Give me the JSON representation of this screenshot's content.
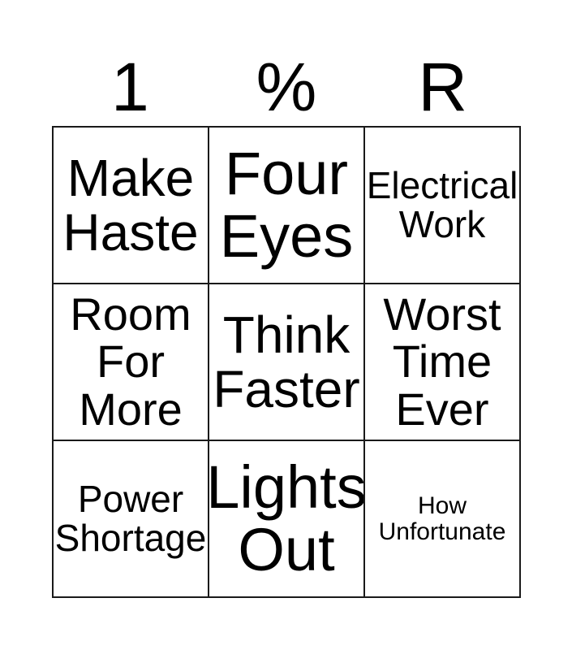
{
  "card": {
    "type": "bingo-card",
    "grid_size": "3x3",
    "background_color": "#ffffff",
    "text_color": "#000000",
    "border_color": "#1a1a1a",
    "header": {
      "letters": [
        {
          "label": "1"
        },
        {
          "label": "%"
        },
        {
          "label": "R"
        }
      ]
    },
    "rows": [
      {
        "cells": [
          {
            "text": "Make\nHaste",
            "size": "xl"
          },
          {
            "text": "Four\nEyes",
            "size": "xxl"
          },
          {
            "text": "Electrical\nWork",
            "size": "md"
          }
        ]
      },
      {
        "cells": [
          {
            "text": "Room\nFor\nMore",
            "size": "lg"
          },
          {
            "text": "Think\nFaster",
            "size": "xl"
          },
          {
            "text": "Worst\nTime\nEver",
            "size": "lg"
          }
        ]
      },
      {
        "cells": [
          {
            "text": "Power\nShortage",
            "size": "md"
          },
          {
            "text": "Lights\nOut",
            "size": "xxl"
          },
          {
            "text": "How\nUnfortunate",
            "size": "xs"
          }
        ]
      }
    ]
  }
}
